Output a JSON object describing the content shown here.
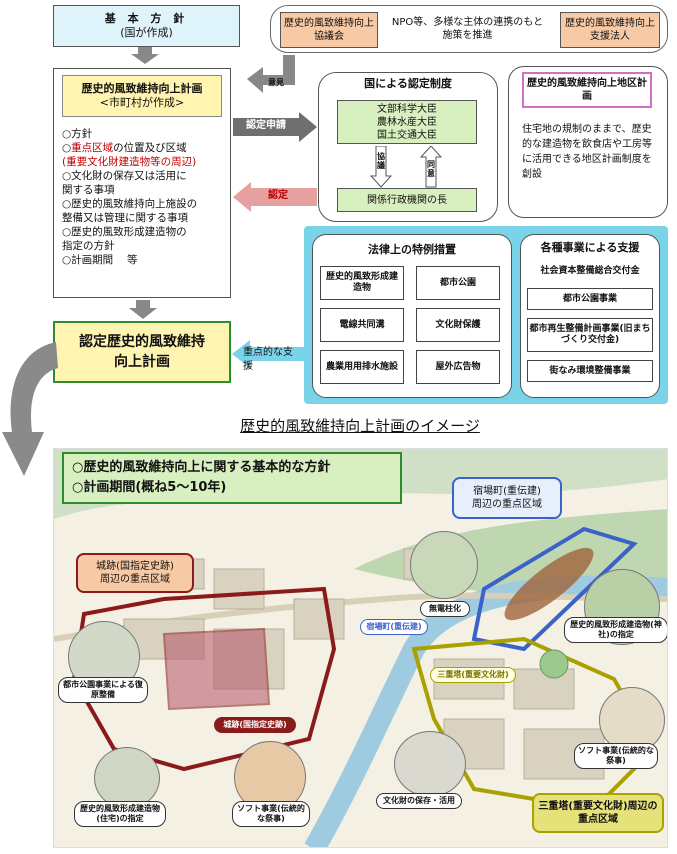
{
  "top": {
    "kihon_title": "基 本 方 針",
    "kihon_sub": "(国が作成)",
    "council": "歴史的風致維持向上協議会",
    "npo": "NPO等、多様な主体の連携のもと施策を推進",
    "support_corp": "歴史的風致維持向上支援法人"
  },
  "plan": {
    "title": "歴史的風致維持向上計画",
    "sub": "<市町村が作成>",
    "items": [
      {
        "mark": "○",
        "text": "方針",
        "red": false
      },
      {
        "mark": "○",
        "text": "重点区域",
        "red": true,
        "rest": "の位置及び区域"
      },
      {
        "mark": "",
        "text": "(重要文化財建造物等の周辺)",
        "red": true
      },
      {
        "mark": "○",
        "text": "文化財の保存又は活用に",
        "red": false
      },
      {
        "mark": "",
        "text": "関する事項",
        "red": false
      },
      {
        "mark": "○",
        "text": "歴史的風致維持向上施設の",
        "red": false
      },
      {
        "mark": "",
        "text": "整備又は管理に関する事項",
        "red": false
      },
      {
        "mark": "○",
        "text": "歴史的風致形成建造物の",
        "red": false
      },
      {
        "mark": "",
        "text": "指定の方針",
        "red": false
      },
      {
        "mark": "○",
        "text": "計画期間　 等",
        "red": false
      }
    ]
  },
  "arrows": {
    "iken": "意見",
    "shinsei": "認定申請",
    "nintei": "認定",
    "kyogi": "協議",
    "doi": "同意"
  },
  "national": {
    "title": "国による認定制度",
    "ministers": [
      "文部科学大臣",
      "農林水産大臣",
      "国土交通大臣"
    ],
    "agency": "関係行政機関の長"
  },
  "district": {
    "title": "歴史的風致維持向上地区計画",
    "desc": "住宅地の規制のままで、歴史的な建造物を飲食店や工房等に活用できる地区計画制度を創設"
  },
  "certified": {
    "title": "認定歴史的風致維持向上計画",
    "support": "重点的な支援"
  },
  "special": {
    "title": "法律上の特例措置",
    "cells": [
      "歴史的風致形成建造物",
      "都市公園",
      "電線共同溝",
      "文化財保護",
      "農業用用排水施設",
      "屋外広告物"
    ]
  },
  "projects": {
    "title": "各種事業による支援",
    "items": [
      "社会資本整備総合交付金",
      "都市公園事業",
      "都市再生整備計画事業(旧まちづくり交付金)",
      "街なみ環境整備事業"
    ]
  },
  "image_section": {
    "heading": "歴史的風致維持向上計画のイメージ",
    "line1": "○歴史的風致維持向上に関する基本的な方針",
    "line2": "○計画期間(概ね5～10年)"
  },
  "map_labels": {
    "shukuba_title": "宿場町(重伝建)",
    "shukuba_area": "周辺の重点区域",
    "castle_title": "城跡(国指定史跡)",
    "castle_area": "周辺の重点区域",
    "pagoda_area": "三重塔(重要文化財)周辺の重点区域",
    "musenka": "無電柱化",
    "shukuba_tag": "宿場町(重伝建)",
    "jinja": "歴史的風致形成建造物(神社)の指定",
    "park": "都市公園事業による復原整備",
    "castle_tag": "城跡(国指定史跡)",
    "pagoda_tag": "三重塔(重要文化財)",
    "soft1": "ソフト事業(伝統的な祭事)",
    "soft2": "ソフト事業(伝統的な祭事)",
    "house": "歴史的風致形成建造物(住宅)の指定",
    "bunkazai": "文化財の保存・活用"
  },
  "colors": {
    "kihon_bg": "#dff3fb",
    "orange": "#f7c9a4",
    "yellow": "#fff4b0",
    "pink_border": "#d070c0",
    "cert_border": "#2e8b2e",
    "cyan_panel": "#7ad3e8",
    "green_box": "#d8efc0",
    "red_area": "#8b1a1a",
    "blue_area": "#3a62c9",
    "olive_area": "#aaa000"
  }
}
